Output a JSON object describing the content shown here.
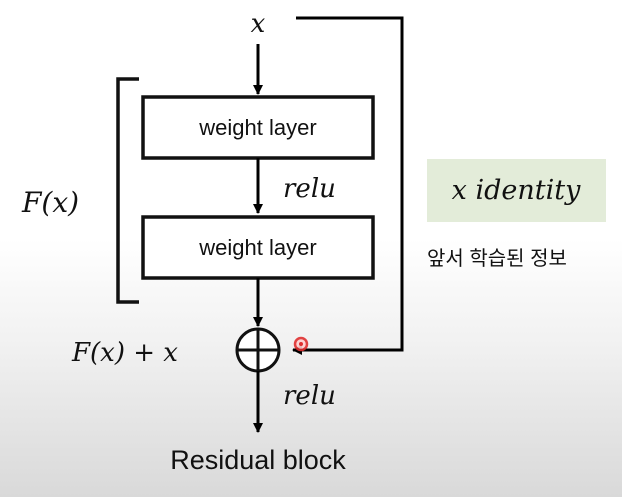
{
  "diagram": {
    "input_label": "x",
    "layer1_label": "weight layer",
    "activation1_label": "relu",
    "layer2_label": "weight layer",
    "bracket_label": "F(x)",
    "sum_label": "F(x) + x",
    "activation2_label": "relu",
    "title": "Residual block",
    "identity_label": "x identity",
    "identity_note": "앞서 학습된 정보"
  },
  "colors": {
    "identity_box": "#e3ecd9",
    "cursor": "#e03030"
  }
}
